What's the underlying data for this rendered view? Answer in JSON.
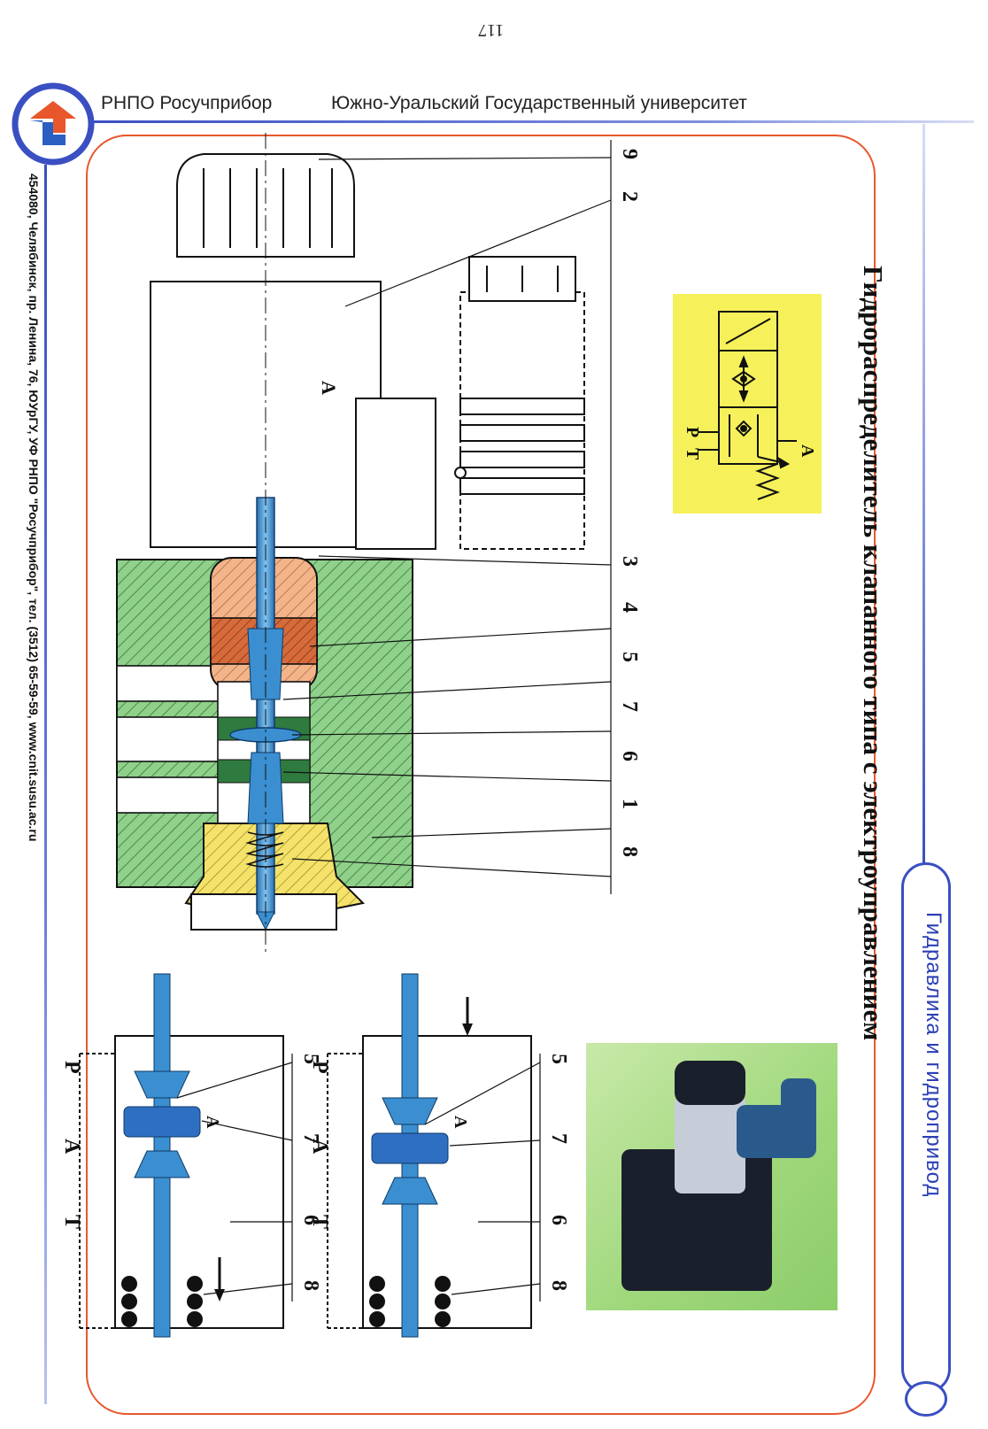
{
  "page": {
    "number": "117"
  },
  "header": {
    "organization": "РНПО Росучприбор",
    "university": "Южно-Уральский Государственный университет"
  },
  "footer": {
    "contact": "454080, Челябинск, пр. Ленина, 76, ЮУрГУ, УФ РНПО \"Росучприбор\", тел. (3512) 65-59-59, www.cnit.susu.ac.ru"
  },
  "category": {
    "label": "Гидравлика и гидропривод"
  },
  "title": {
    "text": "Гидрораспределитель клапанного типа с электроуправлением"
  },
  "symbol": {
    "port_a": "A",
    "port_p": "P",
    "port_t": "T"
  },
  "main_drawing": {
    "chamber_label": "A",
    "callouts": [
      "9",
      "2",
      "3",
      "4",
      "5",
      "7",
      "6",
      "1",
      "8"
    ]
  },
  "schematic_upper": {
    "ports": [
      "P",
      "A",
      "T"
    ],
    "callouts": [
      "5",
      "7",
      "6",
      "8"
    ],
    "chamber_label": "A"
  },
  "schematic_lower": {
    "ports": [
      "P",
      "A",
      "T"
    ],
    "callouts": [
      "5",
      "7",
      "6",
      "8"
    ],
    "chamber_label": "A"
  },
  "colors": {
    "frame": "#e8572c",
    "accent_blue": "#3a4fc2",
    "body_green": "#8fd08a",
    "poppet_blue": "#3b8fd0",
    "nut_orange": "#f4b48a",
    "seat_red": "#d66a3a",
    "spring_yellow": "#f4e26a",
    "symbol_bg": "#f6f15a"
  }
}
